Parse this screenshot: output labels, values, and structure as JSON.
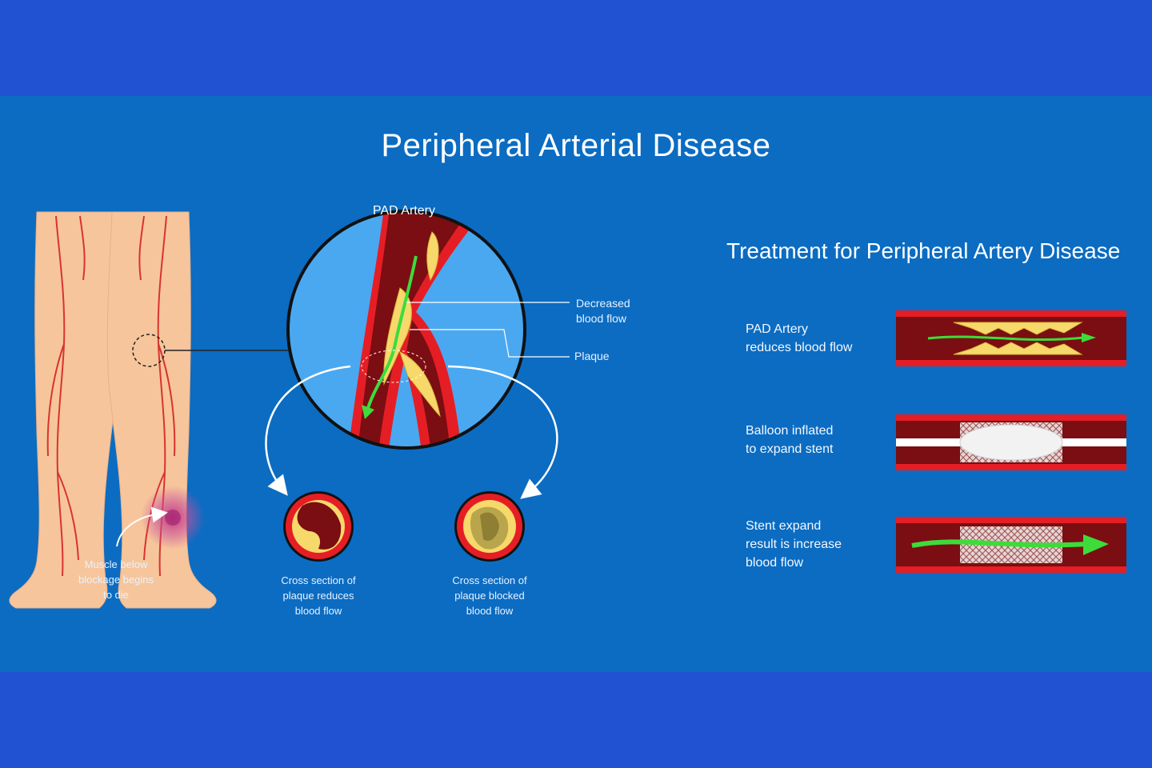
{
  "title": "Peripheral Arterial Disease",
  "pad_artery_label": "PAD Artery",
  "callouts": {
    "decreased_flow": [
      "Decreased",
      "blood flow"
    ],
    "plaque": "Plaque"
  },
  "muscle_note": [
    "Muscle below",
    "blockage begins",
    "to die"
  ],
  "cross_sections": [
    {
      "lines": [
        "Cross section of",
        "plaque reduces",
        "blood flow"
      ]
    },
    {
      "lines": [
        "Cross section of",
        "plaque blocked",
        "blood flow"
      ]
    }
  ],
  "treatment": {
    "title": "Treatment for Peripheral Artery Disease",
    "steps": [
      {
        "lines": [
          "PAD Artery",
          "reduces blood flow"
        ]
      },
      {
        "lines": [
          "Balloon inflated",
          "to expand stent"
        ]
      },
      {
        "lines": [
          "Stent expand",
          "result is increase",
          "blood flow"
        ]
      }
    ]
  },
  "colors": {
    "band": "#2052d2",
    "panel": "#0b6cc2",
    "artery_red": "#e51e25",
    "artery_dark": "#7a0e12",
    "plaque_yellow": "#f6d96a",
    "skin": "#f7c59b",
    "flow_green": "#3ddc3a"
  }
}
